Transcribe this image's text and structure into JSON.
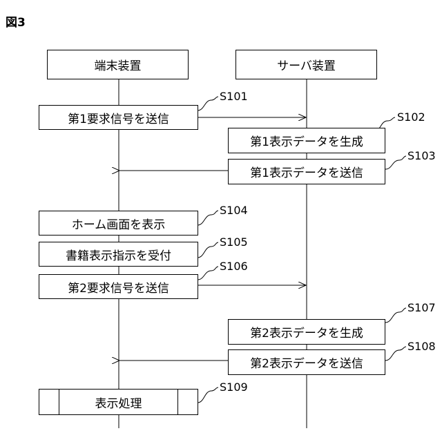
{
  "figure_label": "図3",
  "lanes": {
    "terminal": "端末装置",
    "server": "サーバ装置"
  },
  "steps": [
    {
      "id": "S101",
      "text": "第1要求信号を送信"
    },
    {
      "id": "S102",
      "text": "第1表示データを生成"
    },
    {
      "id": "S103",
      "text": "第1表示データを送信"
    },
    {
      "id": "S104",
      "text": "ホーム画面を表示"
    },
    {
      "id": "S105",
      "text": "書籍表示指示を受付"
    },
    {
      "id": "S106",
      "text": "第2要求信号を送信"
    },
    {
      "id": "S107",
      "text": "第2表示データを生成"
    },
    {
      "id": "S108",
      "text": "第2表示データを送信"
    },
    {
      "id": "S109",
      "text": "表示処理"
    }
  ]
}
